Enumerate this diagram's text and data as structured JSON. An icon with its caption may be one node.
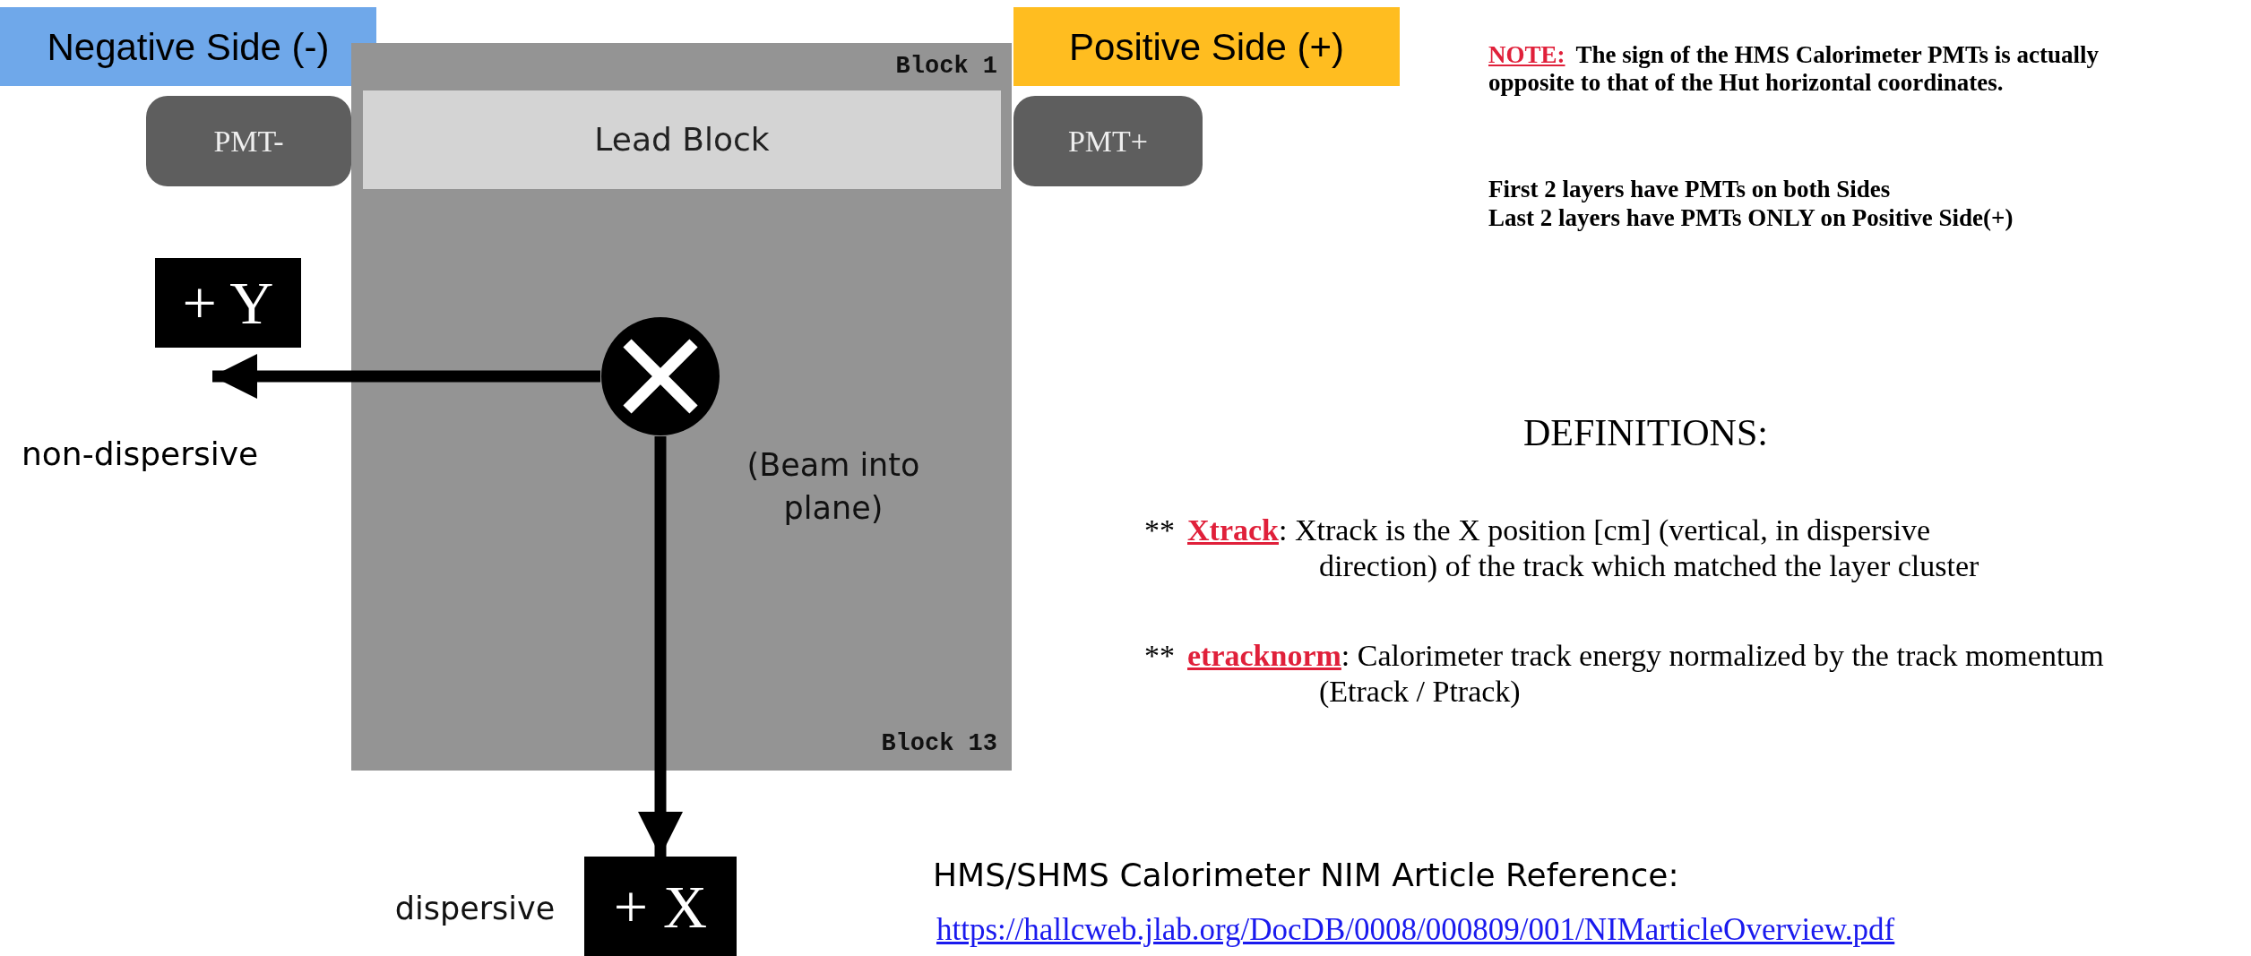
{
  "diagram": {
    "nodes": [
      {
        "text": [
          "Negative Side (-)"
        ]
      },
      {
        "text": [
          "Block 1",
          "Block 13"
        ]
      },
      {
        "text": [
          "Lead Block"
        ],
        "in": 1
      },
      {
        "text": [
          "PMT-"
        ]
      },
      {
        "text": [
          "PMT+"
        ]
      },
      {
        "text": [
          "Positive Side (+)"
        ]
      },
      {
        "text": [],
        "shape": "circle",
        "in": 1,
        "beside": [
          "(Beam into plane)"
        ]
      },
      {
        "text": [
          "+ Y"
        ]
      },
      {
        "text": [
          "+ X"
        ],
        "beside": [
          "dispersive"
        ]
      }
    ],
    "edges": [
      {
        "from": 6,
        "to": 7,
        "arrow": "to"
      },
      {
        "from": 6,
        "to": 8,
        "arrow": "to"
      }
    ],
    "labels": [
      "NOTE:",
      "The sign of the HMS Calorimeter PMTs is actually opposite to that of the Hut horizontal coordinates.",
      "First 2 layers have PMTs on both Sides",
      "Last 2 layers have PMTs ONLY on Positive Side(+)",
      "non-dispersive",
      "DEFINITIONS:",
      "**",
      "Xtrack",
      ": Xtrack is the X position [cm] (vertical, in dispersive direction) of the track which matched the layer cluster",
      "**",
      "etracknorm",
      ": Calorimeter track energy normalized by the track momentum (Etrack / Ptrack)",
      "HMS/SHMS Calorimeter NIM Article Reference:",
      "https://hallcweb.jlab.org/DocDB/0008/000809/001/NIMarticleOverview.pdf"
    ]
  }
}
